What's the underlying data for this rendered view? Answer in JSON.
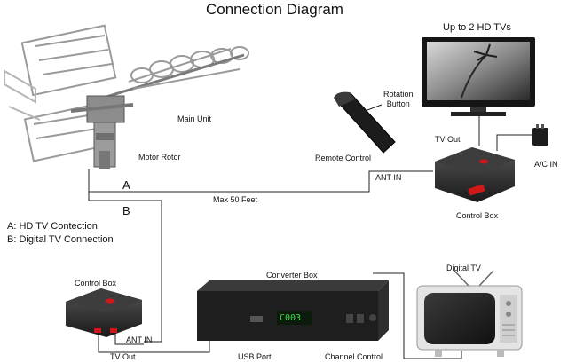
{
  "title": "Connection Diagram",
  "labels": {
    "main_unit": "Main Unit",
    "motor_rotor": "Motor Rotor",
    "rotation_button": "Rotation\nButton",
    "remote_control": "Remote Control",
    "up_to_tvs": "Up to 2 HD TVs",
    "tv_out_top": "TV Out",
    "ac_in": "A/C IN",
    "ant_in_right": "ANT IN",
    "control_box_right": "Control Box",
    "line_a": "A",
    "line_b": "B",
    "max_distance": "Max 50 Feet",
    "control_box_left": "Control Box",
    "ant_in_left": "ANT IN",
    "tv_out_bottom": "TV Out",
    "converter_box": "Converter Box",
    "usb_port": "USB Port",
    "channel_control": "Channel Control",
    "digital_tv": "Digital TV",
    "converter_display": "C003"
  },
  "legend": [
    "A: HD TV Contection",
    "B: Digital TV Connection"
  ]
}
